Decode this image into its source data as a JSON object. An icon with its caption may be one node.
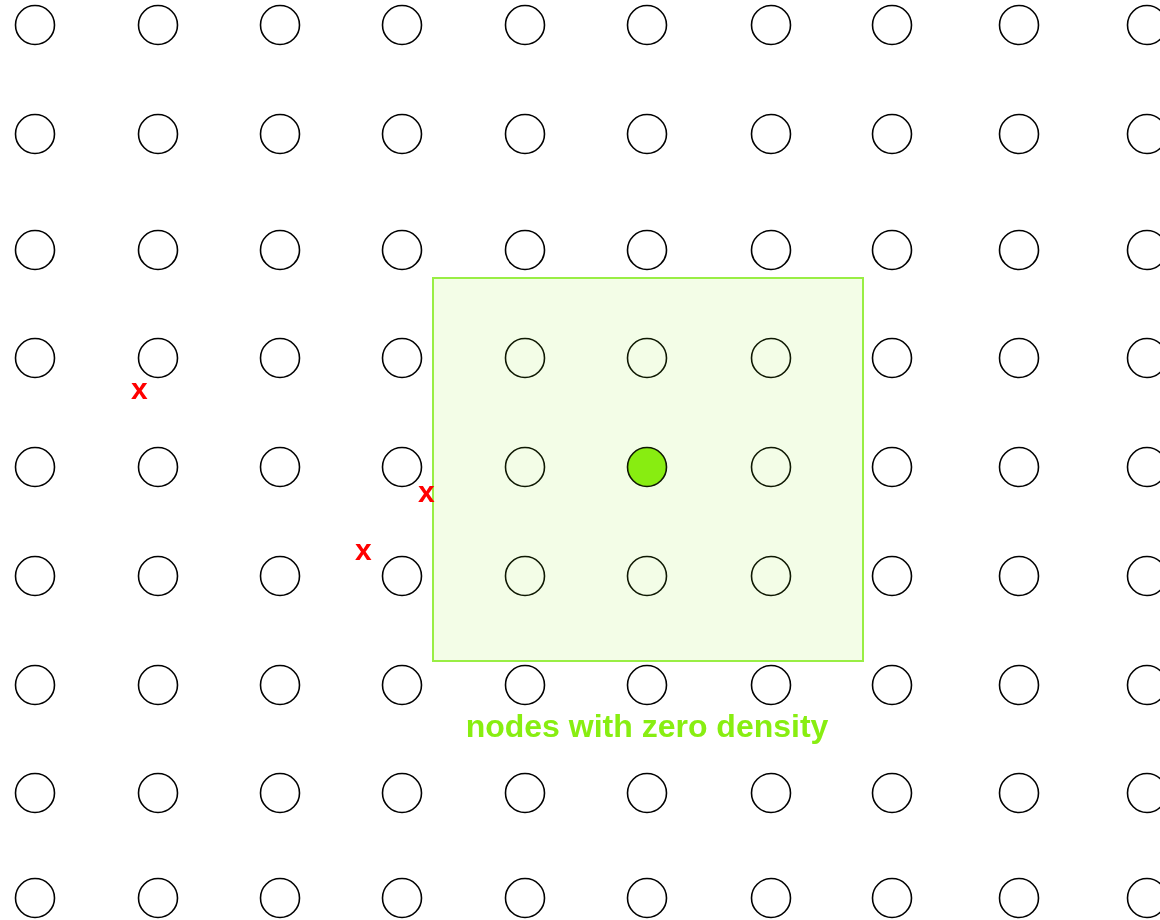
{
  "diagram": {
    "nodes": [
      {
        "text": [
          "nodes with zero density"
        ]
      }
    ],
    "edges": [],
    "labels": [
      "x",
      "x",
      "x"
    ]
  }
}
